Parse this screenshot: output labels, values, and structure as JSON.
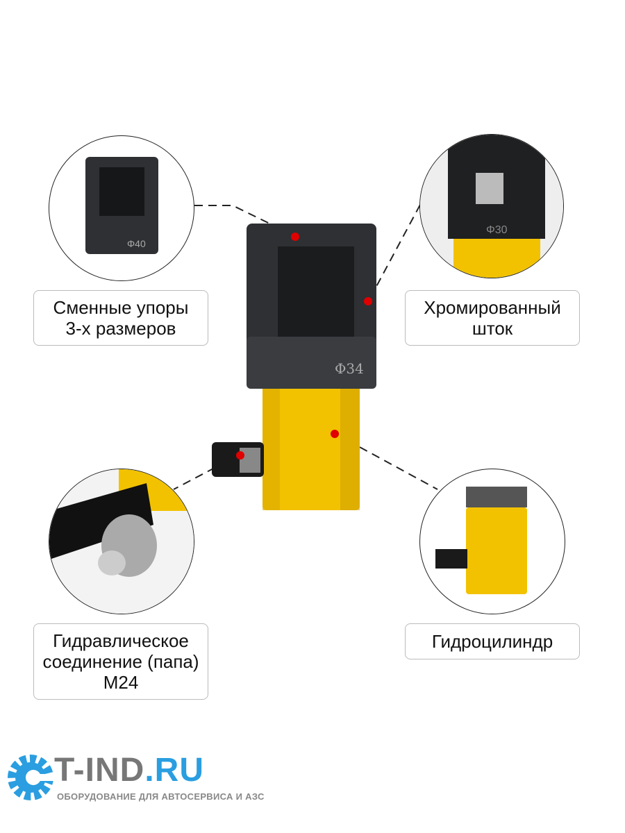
{
  "callouts": [
    {
      "lines": [
        "Сменные упоры",
        "3-х размеров"
      ]
    },
    {
      "lines": [
        "Хромированный",
        "шток"
      ]
    },
    {
      "lines": [
        "Гидравлическое",
        "соединение (папа)",
        "М24"
      ]
    },
    {
      "lines": [
        "Гидроцилиндр"
      ]
    }
  ],
  "markings": {
    "main": "Φ34",
    "stop_small": "Φ40",
    "stop_rod": "Φ30"
  },
  "logo": {
    "name": "T-IND",
    "tld": ".RU",
    "tagline": "ОБОРУДОВАНИЕ ДЛЯ АВТОСЕРВИСА И АЗС"
  },
  "colors": {
    "yellow": "#f2c200",
    "steel": "#2e3033",
    "dot": "#e00000",
    "brand": "#2a9ee0"
  }
}
